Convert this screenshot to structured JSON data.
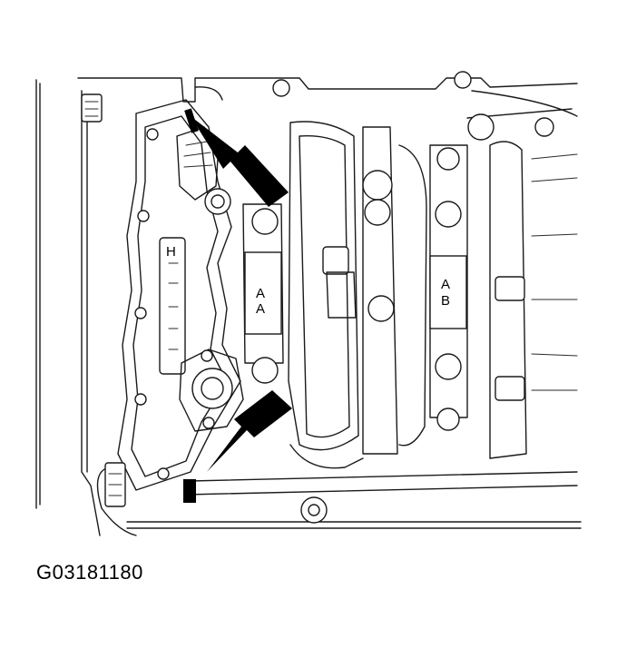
{
  "figure": {
    "id_text": "G03181180",
    "labels": {
      "left_cap_top": "A",
      "left_cap_bottom": "A",
      "right_cap_top": "A",
      "right_cap_bottom": "B",
      "gauge_marker": "H"
    },
    "arrows": [
      "upper-arrow",
      "lower-arrow"
    ],
    "line_color": "#1a1a1a",
    "arrow_color": "#000000"
  }
}
